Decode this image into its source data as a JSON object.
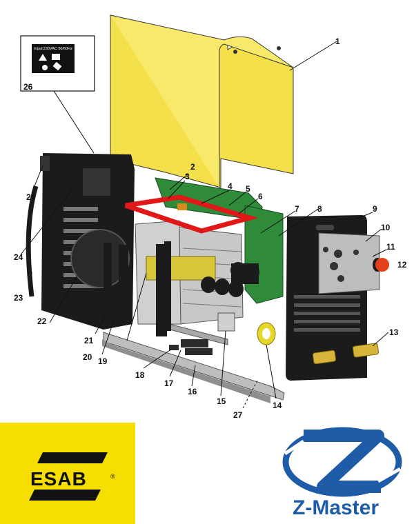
{
  "diagram": {
    "label_box_text": "Input:230VAC 50/60Hz",
    "callouts": [
      "1",
      "2",
      "3",
      "4",
      "5",
      "6",
      "7",
      "8",
      "9",
      "10",
      "11",
      "12",
      "13",
      "14",
      "15",
      "16",
      "17",
      "18",
      "19",
      "20",
      "21",
      "22",
      "23",
      "24",
      "25",
      "26",
      "27"
    ]
  },
  "logos": {
    "esab": "ESAB",
    "esab_mark": "®",
    "zmaster": "Z-Master"
  },
  "colors": {
    "cover_yellow": "#f4e04a",
    "pcb_green": "#2f8a3a",
    "frame_black": "#1b1b1b",
    "highlight_red": "#e01818",
    "zmaster_blue": "#1e5ca8",
    "esab_yellow": "#f6df00"
  }
}
